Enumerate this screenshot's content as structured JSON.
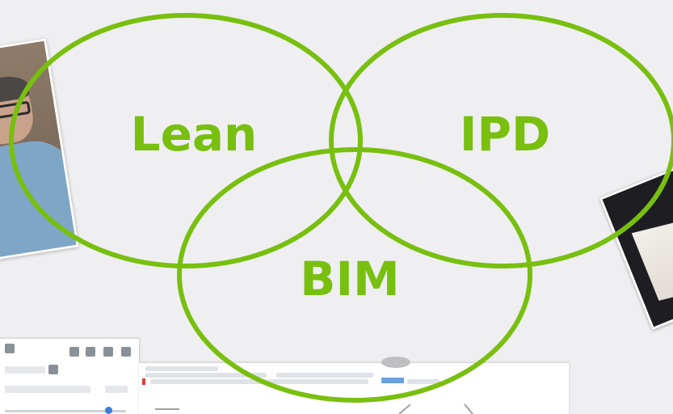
{
  "diagram": {
    "type": "venn",
    "accent_color": "#78bf0f",
    "sets": [
      {
        "id": "lean",
        "label": "Lean"
      },
      {
        "id": "ipd",
        "label": "IPD"
      },
      {
        "id": "bim",
        "label": "BIM"
      }
    ]
  },
  "background": {
    "color": "#efeff1",
    "fragments": [
      {
        "name": "photo-person-with-glasses"
      },
      {
        "name": "photo-monitor"
      },
      {
        "name": "software-screenshot-toolbar"
      },
      {
        "name": "software-screenshot-table"
      }
    ]
  }
}
